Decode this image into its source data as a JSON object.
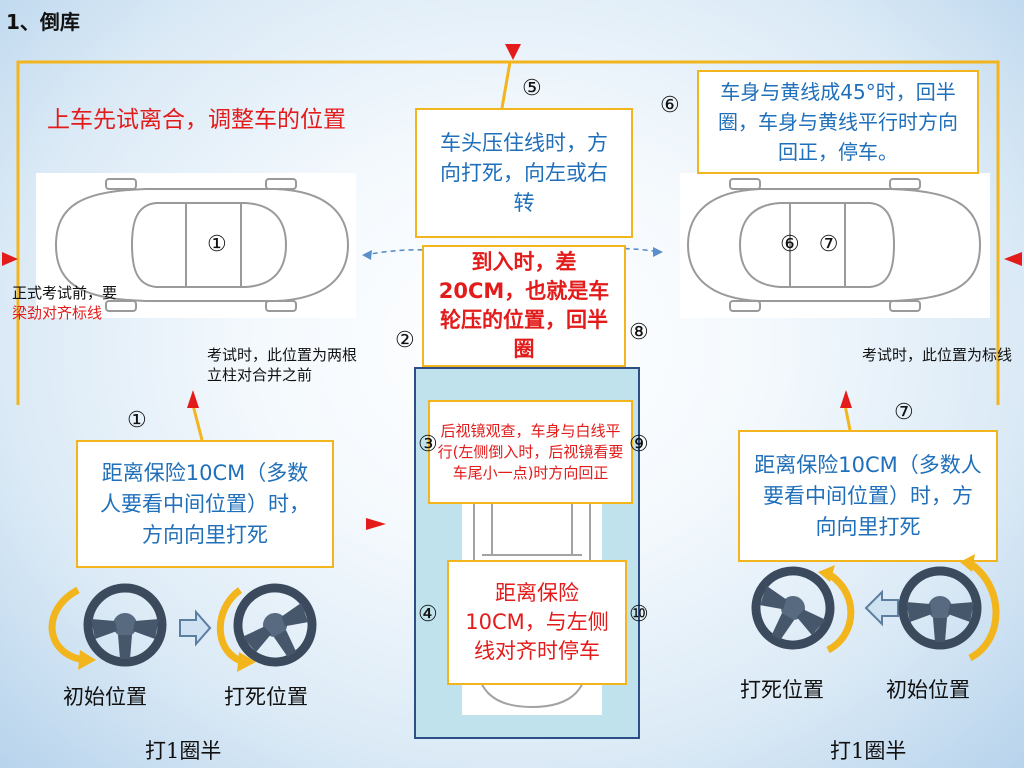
{
  "slide_title": "1、倒库",
  "top_left_instruction": "上车先试离合，调整车的位置",
  "pre_exam_note_line1": "正式考试前，要",
  "pre_exam_note_line2": "梁劲对齐标线",
  "left_pillar_note": "考试时，此位置为两根立柱对合并之前",
  "right_pillar_note": "考试时，此位置为标线",
  "box_head_line": "车头压住线时，方向打死，向左或右转",
  "box_arrival": "到入时，差20CM，也就是车轮压的位置，回半圈",
  "box_mirror": "后视镜观查，车身与白线平行(左侧倒入时，后视镜看要车尾小一点)时方向回正",
  "box_stop": "距离保险10CM，与左侧线对齐时停车",
  "box_left_distance": "距离保险10CM（多数人要看中间位置）时，方向向里打死",
  "box_right_distance": "距离保险10CM（多数人要看中间位置）时，方向向里打死",
  "box_45_degree": "车身与黄线成45°时，回半圈，车身与黄线平行时方向回正，停车。",
  "markers": {
    "m1": "①",
    "m2": "②",
    "m3": "③",
    "m4": "④",
    "m5": "⑤",
    "m6": "⑥",
    "m7": "⑦",
    "m8": "⑧",
    "m9": "⑨",
    "m10": "⑩"
  },
  "left_car_marker": "①",
  "right_car_markers": "⑥ ⑦",
  "wheel_captions": {
    "left_initial": "初始位置",
    "left_full_lock": "打死位置",
    "right_full_lock": "打死位置",
    "right_initial": "初始位置"
  },
  "turn_amount_left": "打1圈半",
  "turn_amount_right": "打1圈半",
  "colors": {
    "line_yellow": "#f2b51d",
    "marker_red": "#e31b1b",
    "text_blue": "#1f6fba",
    "garage_fill": "#bfe2ec",
    "garage_border": "#2d4f86"
  }
}
